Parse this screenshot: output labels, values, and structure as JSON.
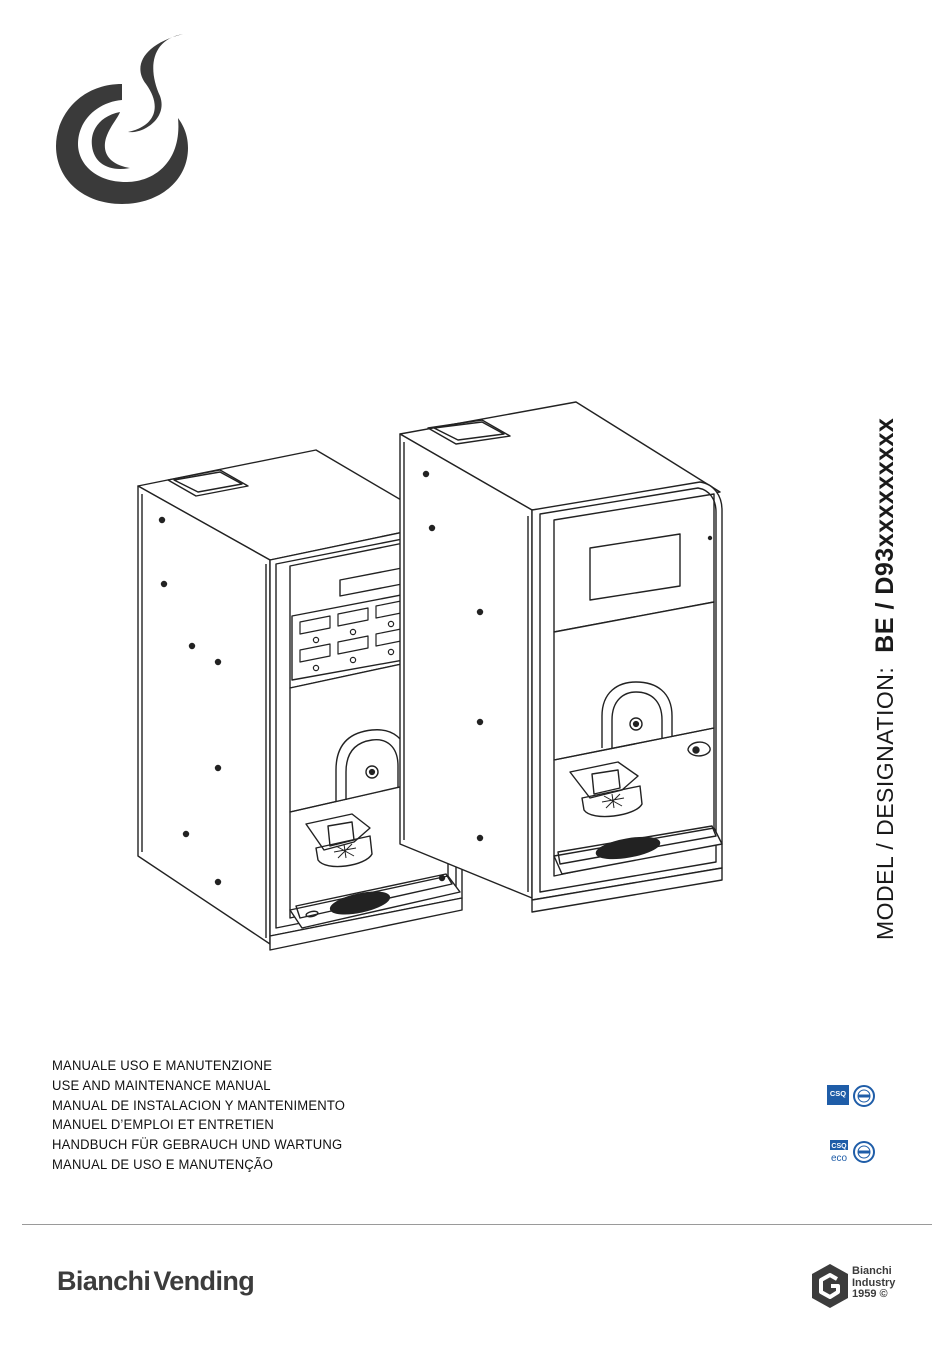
{
  "model": {
    "label": "MODEL / DESIGNATION:",
    "value": "BE / D93xxxxxxxxx"
  },
  "manual_titles": [
    "MANUALE USO E MANUTENZIONE",
    "USE AND MAINTENANCE MANUAL",
    "MANUAL DE INSTALACION Y MANTENIMENTO",
    "MANUEL D’EMPLOI ET ENTRETIEN",
    "HANDBUCH FÜR GEBRAUCH UND WARTUNG",
    "MANUAL DE USO E MANUTENÇÃO"
  ],
  "certifications": {
    "top": "CSQ",
    "bottom": "CSQ",
    "bottom_sub": "eco"
  },
  "brand": {
    "name_part1": "Bianchi",
    "name_part2": "Vending",
    "industry_line1": "Bianchi",
    "industry_line2": "Industry",
    "industry_line3": "1959 ©"
  },
  "colors": {
    "logo": "#3a3a3a",
    "cert_blue": "#1f5da8",
    "text": "#1a1a1a"
  }
}
